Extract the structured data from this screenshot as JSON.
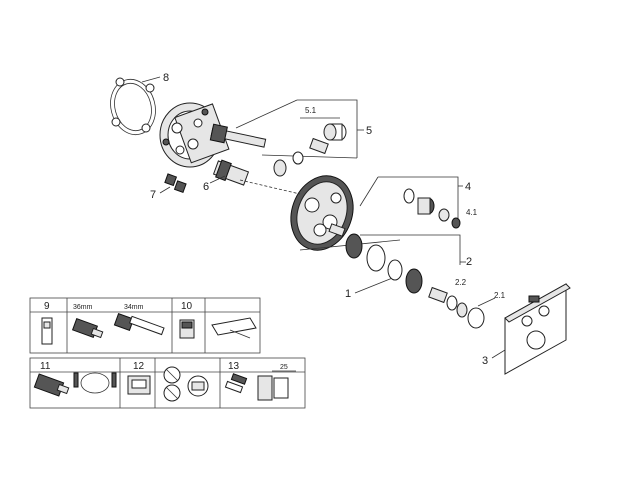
{
  "callouts": {
    "c1": "1",
    "c2": "2",
    "c2_1": "2.1",
    "c2_2": "2.2",
    "c3": "3",
    "c4": "4",
    "c4_1": "4.1",
    "c5": "5",
    "c5_1": "5.1",
    "c6": "6",
    "c7": "7",
    "c8": "8"
  },
  "tool_table": {
    "cells": {
      "n9": "9",
      "n10": "10",
      "n11": "11",
      "n12": "12",
      "n13": "13",
      "size_36": "36mm",
      "size_34": "34mm",
      "dim_25": "25"
    }
  }
}
